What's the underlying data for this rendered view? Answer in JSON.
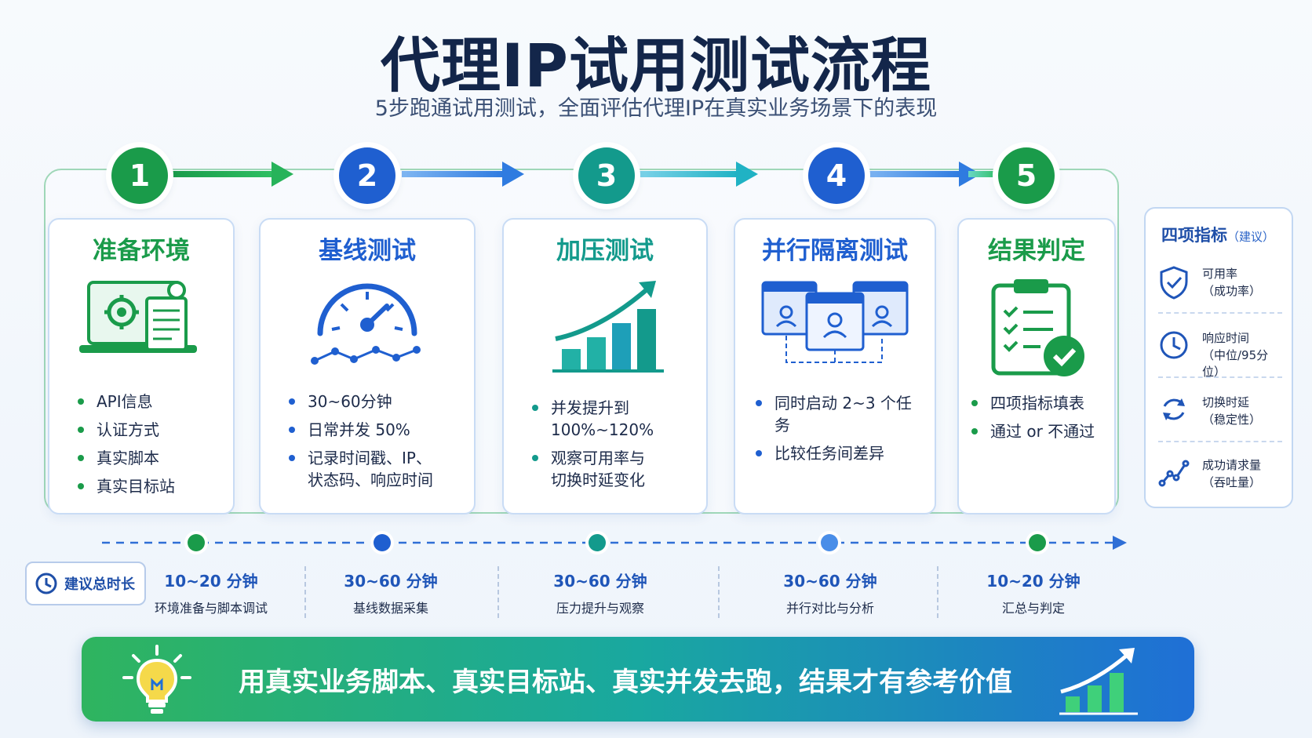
{
  "title": "代理IP试用测试流程",
  "subtitle": "5步跑通试用测试，全面评估代理IP在真实业务场景下的表现",
  "steps": [
    {
      "number": "1",
      "title": "准备环境",
      "color": "#1a9b4a",
      "bullets": [
        "API信息",
        "认证方式",
        "真实脚本",
        "真实目标站"
      ]
    },
    {
      "number": "2",
      "title": "基线测试",
      "color": "#1f5fd0",
      "bullets": [
        "30~60分钟",
        "日常并发 50%",
        "记录时间戳、IP、\n状态码、响应时间"
      ]
    },
    {
      "number": "3",
      "title": "加压测试",
      "color": "#139a8c",
      "bullets": [
        "并发提升到\n100%~120%",
        "观察可用率与\n切换时延变化"
      ]
    },
    {
      "number": "4",
      "title": "并行隔离测试",
      "color": "#1f5fd0",
      "bullets": [
        "同时启动 2~3 个任务",
        "比较任务间差异"
      ]
    },
    {
      "number": "5",
      "title": "结果判定",
      "color": "#1a9b4a",
      "bullets": [
        "四项指标填表",
        "通过 or 不通过"
      ]
    }
  ],
  "metrics_panel": {
    "title": "四项指标",
    "title_note": "（建议）",
    "items": [
      {
        "name": "可用率",
        "sub": "（成功率）",
        "icon": "shield-check-icon"
      },
      {
        "name": "响应时间",
        "sub": "（中位/95分位）",
        "icon": "clock-icon"
      },
      {
        "name": "切换时延",
        "sub": "（稳定性）",
        "icon": "refresh-icon"
      },
      {
        "name": "成功请求量",
        "sub": "（吞吐量）",
        "icon": "line-trend-icon"
      }
    ]
  },
  "timeline": {
    "label": "建议总时长",
    "items": [
      {
        "duration": "10~20 分钟",
        "desc": "环境准备与脚本调试",
        "color": "#1a9b4a"
      },
      {
        "duration": "30~60 分钟",
        "desc": "基线数据采集",
        "color": "#1f5fd0"
      },
      {
        "duration": "30~60 分钟",
        "desc": "压力提升与观察",
        "color": "#139a8c"
      },
      {
        "duration": "30~60 分钟",
        "desc": "并行对比与分析",
        "color": "#4a8ee8"
      },
      {
        "duration": "10~20 分钟",
        "desc": "汇总与判定",
        "color": "#1a9b4a"
      }
    ]
  },
  "banner": {
    "text": "用真实业务脚本、真实目标站、真实并发去跑，结果才有参考价值",
    "icon_left": "lightbulb-icon",
    "icon_right": "growth-chart-icon"
  }
}
